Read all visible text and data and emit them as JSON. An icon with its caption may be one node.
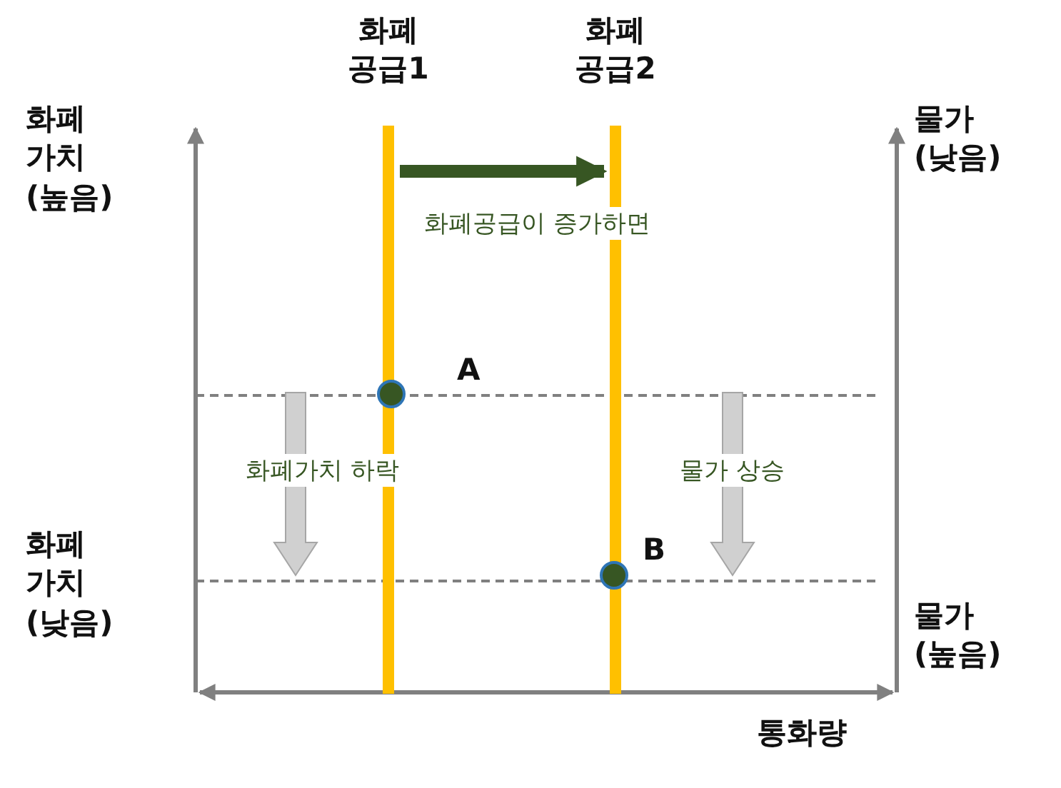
{
  "diagram": {
    "nodes": [
      {
        "text": [
          "화폐 공급1"
        ]
      },
      {
        "text": [
          "화폐 공급2"
        ]
      },
      {
        "text": [],
        "shape": "circle",
        "beside": [
          "A"
        ]
      },
      {
        "text": [],
        "shape": "circle",
        "beside": [
          "B"
        ]
      }
    ],
    "edges": [
      {
        "from": 0,
        "to": 1,
        "arrow": "to",
        "label": "화폐공급이 증가하면"
      }
    ],
    "labels": [
      "화폐 가치 (높음)",
      "물가 (낮음)",
      "화폐가치 하락",
      "물가 상승",
      "화폐 가치 (낮음)",
      "물가 (높음)",
      "통화량"
    ]
  }
}
